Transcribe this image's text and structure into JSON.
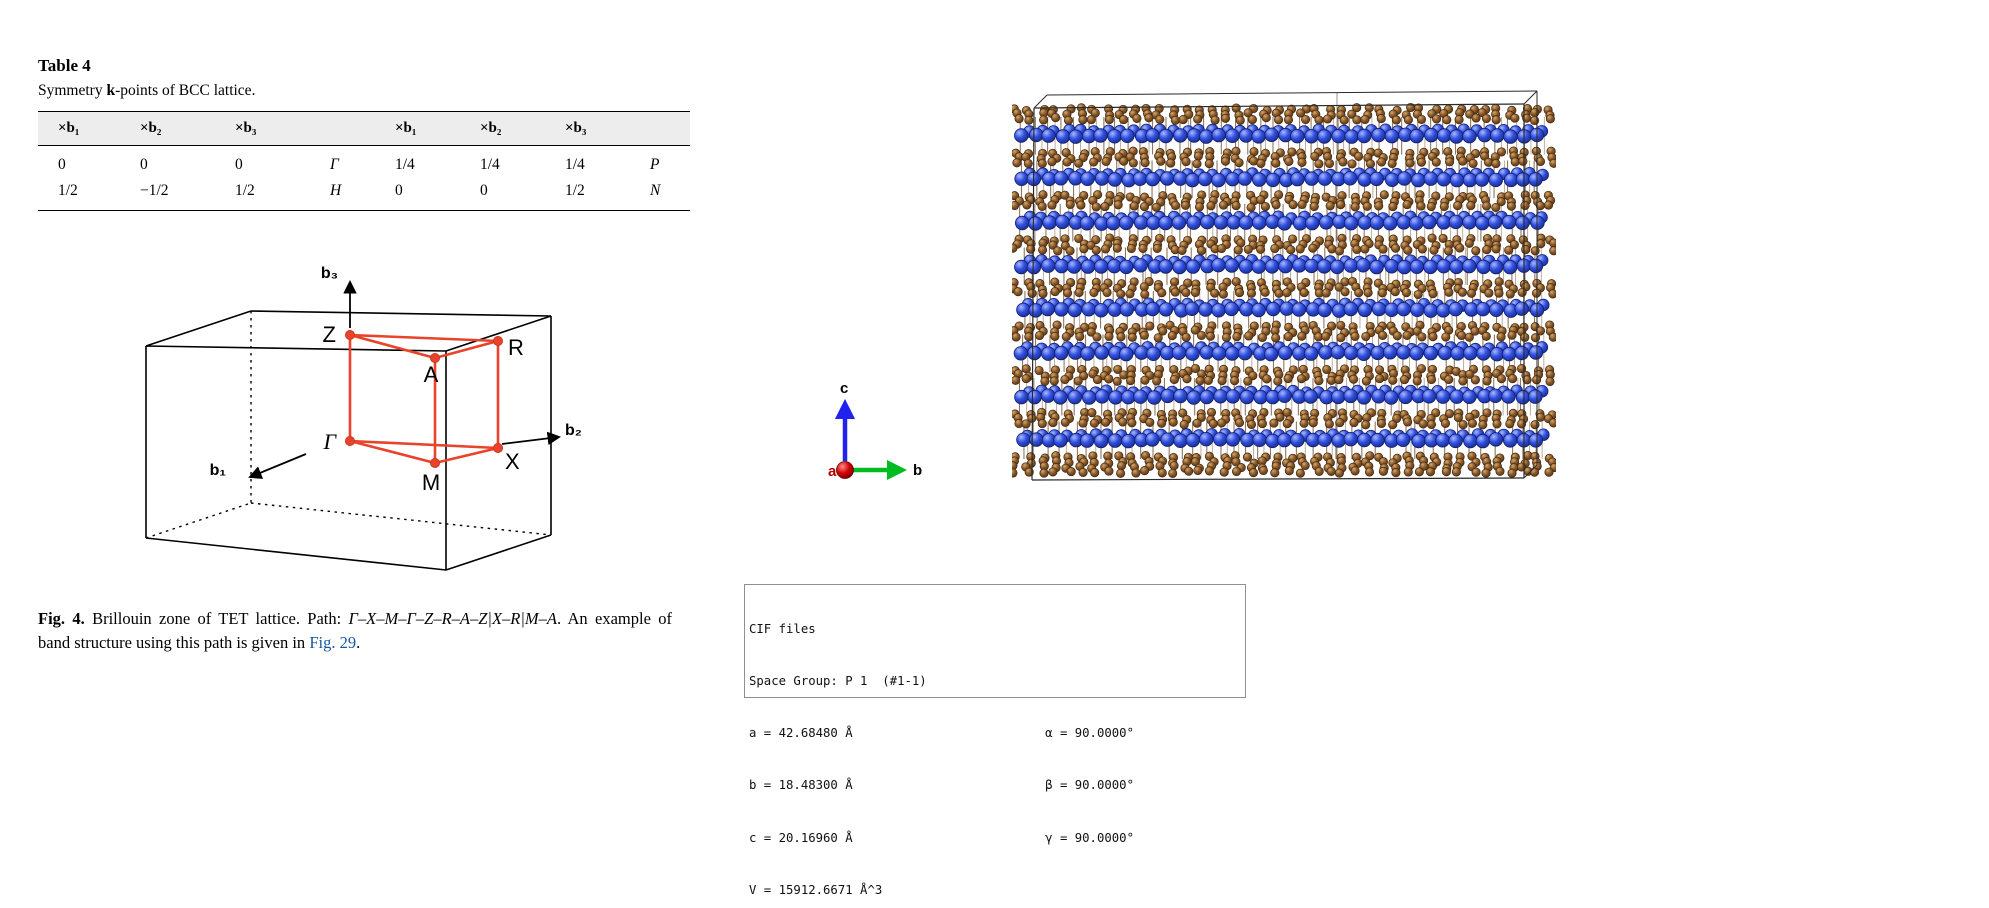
{
  "table": {
    "title": "Table 4",
    "subtitle": {
      "pre": "Symmetry ",
      "bold": "k",
      "post": "-points of BCC lattice."
    },
    "headers": [
      "×b₁",
      "×b₂",
      "×b₃",
      "",
      "×b₁",
      "×b₂",
      "×b₃",
      ""
    ],
    "rows": [
      [
        "0",
        "0",
        "0",
        "Γ",
        "1/4",
        "1/4",
        "1/4",
        "P"
      ],
      [
        "1/2",
        "−1/2",
        "1/2",
        "H",
        "0",
        "0",
        "1/2",
        "N"
      ]
    ]
  },
  "figure": {
    "points": {
      "z": "Z",
      "a": "A",
      "r": "R",
      "gamma": "Γ",
      "x": "X",
      "m": "M"
    },
    "axes": {
      "b1": "b₁",
      "b2": "b₂",
      "b3": "b₃"
    },
    "red": "#e8432b",
    "caption": {
      "label": "Fig. 4.",
      "text1": " Brillouin zone of TET lattice. Path: ",
      "path": "Γ–X–M–Γ–Z–R–A–Z|X–R|M–A",
      "text2": ". An example of band structure using this path is given in ",
      "link": "Fig. 29",
      "text3": "."
    }
  },
  "axis_widget": {
    "a": "a",
    "b": "b",
    "c": "c",
    "a_color": "#d40000",
    "b_color": "#00bb22",
    "c_color": "#2222ee"
  },
  "cif": {
    "lines": [
      "CIF files",
      "Space Group: P 1  (#1-1)",
      "a = 42.68480 Å                          α = 90.0000°",
      "b = 18.48300 Å                          β = 90.0000°",
      "c = 20.16960 Å                          γ = 90.0000°",
      "V = 15912.6671 Å^3"
    ]
  },
  "crystal": {
    "blue_color": "#2743d0",
    "blue_stroke": "#131f6e",
    "brown_color": "#8a5a2d",
    "brown_stroke": "#40280f",
    "bond_color": "#6e4a26",
    "box_color": "#2a2a2a",
    "cols": 40,
    "brown_bands": 9
  }
}
